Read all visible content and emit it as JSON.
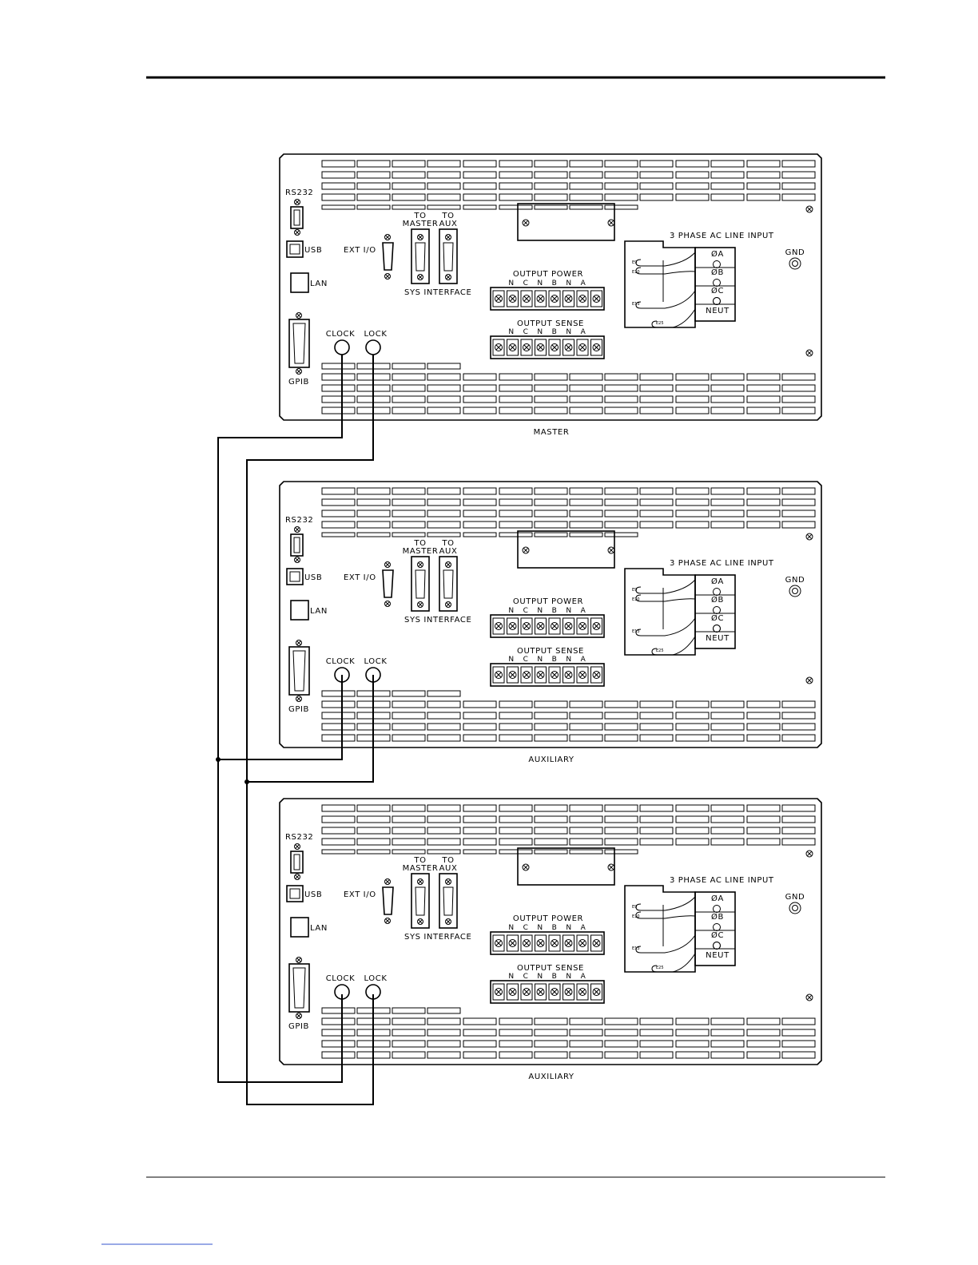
{
  "panels": [
    {
      "caption": "MASTER"
    },
    {
      "caption": "AUXILIARY"
    },
    {
      "caption": "AUXILIARY"
    }
  ],
  "labels": {
    "rs232": "RS232",
    "usb": "USB",
    "lan": "LAN",
    "gpib": "GPIB",
    "ext_io": "EXT I/O",
    "to": "TO",
    "master": "MASTER",
    "aux": "AUX",
    "sys_interface": "SYS INTERFACE",
    "output_power": "OUTPUT POWER",
    "output_sense": "OUTPUT SENSE",
    "clock": "CLOCK",
    "lock": "LOCK",
    "ac_input": "3 PHASE AC LINE INPUT",
    "gnd": "GND",
    "phase_a": "ØA",
    "phase_b": "ØB",
    "phase_c": "ØC",
    "neut": "NEUT",
    "terminal_letters": [
      "N",
      "C",
      "N",
      "B",
      "N",
      "A"
    ],
    "jumper_labels": [
      "E9",
      "E10",
      "E13",
      "E25"
    ]
  },
  "colors": {
    "ink": "#000000",
    "paper": "#ffffff",
    "footer_link": "#3355cc"
  }
}
